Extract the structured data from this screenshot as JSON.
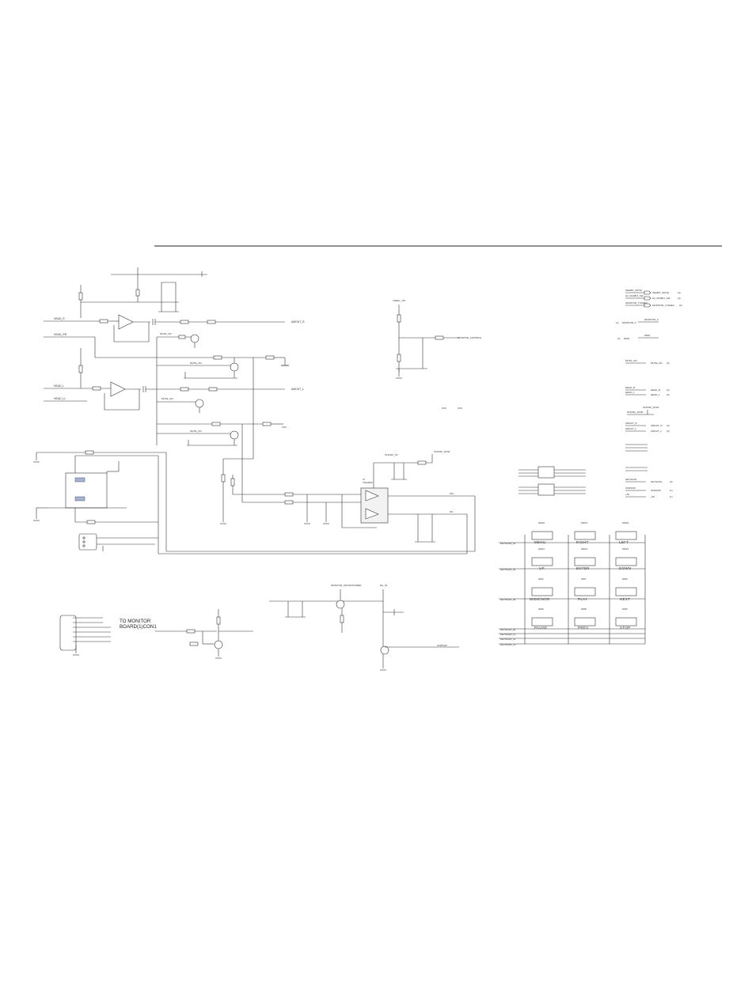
{
  "monitor_connector": {
    "title_line1": "TO MONITOR",
    "title_line2": "BOARD(1)CON1"
  },
  "keypad": {
    "buttons": [
      {
        "ref": "SW10",
        "label": "MENU"
      },
      {
        "ref": "SW13",
        "label": "RIGHT"
      },
      {
        "ref": "SW16",
        "label": "LEFT"
      },
      {
        "ref": "SW11",
        "label": "UP"
      },
      {
        "ref": "SW14",
        "label": "ENTER"
      },
      {
        "ref": "SW12",
        "label": "DOWN"
      },
      {
        "ref": "SW4",
        "label": "WIDE/NOR"
      },
      {
        "ref": "SW7",
        "label": "PLAY"
      },
      {
        "ref": "SW9",
        "label": "NEXT"
      },
      {
        "ref": "SW6",
        "label": "PAUSE"
      },
      {
        "ref": "SW8",
        "label": "PREV"
      },
      {
        "ref": "SW5",
        "label": "STOP"
      }
    ],
    "scan_lines": [
      "KEYSCAN_01",
      "KEYSCAN_02",
      "KEYSCAN_03",
      "KEYSCAN_04",
      "KEYSCAN_11",
      "KEYSCAN_12",
      "KEYSCAN_13"
    ]
  },
  "right_ports": [
    {
      "net": "INHIBIT_MUTE",
      "port": "INHIBIT_MUTE",
      "page": "(3)"
    },
    {
      "net": "AV_INHIBIT_SW",
      "port": "AV_INHIBIT_SW",
      "page": "(3)"
    },
    {
      "net": "MONITOR_Y/VIDEO",
      "port": "MONITOR_Y/VIDEO",
      "page": "(3)"
    },
    {
      "net": "MONITOR_C",
      "port": "MONITOR_C",
      "page": "(1)"
    },
    {
      "net": "DDIN",
      "port": "DDIN",
      "page": "(1)"
    },
    {
      "net": "MUTE_ON",
      "port": "MUTE_ON",
      "page": "(3)"
    },
    {
      "net": "HEAD_R",
      "port": "HEAD_R",
      "page": "(3)"
    },
    {
      "net": "HEAD_L",
      "port": "HEAD_L",
      "page": "(3)"
    },
    {
      "net": "ON/OFF_DOW",
      "port": "ON/OFF_DOW",
      "page": ""
    },
    {
      "net": "AMOUT_R",
      "port": "AMOUT_R",
      "page": "(3)"
    },
    {
      "net": "AMOUT_L",
      "port": "AMOUT_L",
      "page": "(3)"
    },
    {
      "net": "KEYSCAN",
      "port": "KEYSCAN",
      "page": "(3)"
    },
    {
      "net": "ON/DOW",
      "port": "ON/DOW",
      "page": "(1)"
    },
    {
      "net": "+5V",
      "port": "+5V",
      "page": "(1)"
    }
  ],
  "nets": {
    "head_r": "HEAD_R",
    "head_rr": "HEAD_RR",
    "head_l": "HEAD_L",
    "head_ll": "HEAD_LL",
    "amout_r": "AMOUT_R",
    "amout_l": "AMOUT_L",
    "mute_on": "MUTE_ON",
    "onoff_dow": "ON/OFF_DOW",
    "onoff_5v": "ON/OFF_5V",
    "vcc_12v": "VIDEO_+5V",
    "monitor_control": "MONITOR_CONTROL",
    "monitor_onoff": "MONITOR_ON/OFFPOWER",
    "ondow": "ON/DOW",
    "vcc_9v": "DC_IN",
    "spk_l": "SP+",
    "spk_r": "SP-"
  },
  "chips": {
    "amp": "IC",
    "amp_part": "TDA2822"
  },
  "colors": {
    "line": "#333333",
    "rule": "#222222",
    "ic": "#f2f2f2"
  }
}
